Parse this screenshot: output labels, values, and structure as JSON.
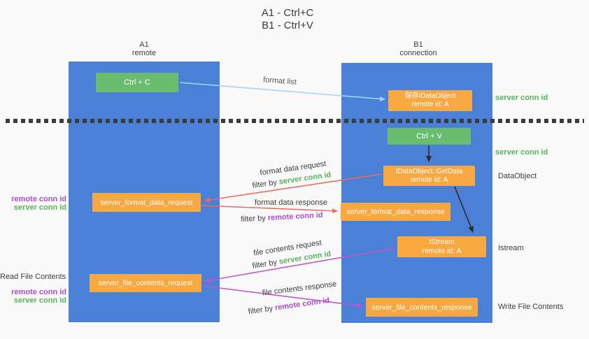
{
  "title": {
    "line1": "A1 - Ctrl+C",
    "line2": "B1 - Ctrl+V"
  },
  "lanes": {
    "a1": {
      "name": "A1",
      "subtitle": "remote"
    },
    "b1": {
      "name": "B1",
      "subtitle": "connection"
    }
  },
  "nodes": {
    "ctrl_c": {
      "label": "Ctrl + C"
    },
    "save_idataobject": {
      "line1": "保存IDataObject",
      "line2": "remote id: A"
    },
    "ctrl_v": {
      "label": "Ctrl + V"
    },
    "getdata": {
      "line1": "IDataObject::GetData",
      "line2": "remote id: A"
    },
    "format_request": {
      "label": "server_format_data_request"
    },
    "format_response": {
      "label": "server_format_data_response"
    },
    "istream": {
      "line1": "IStream",
      "line2": "remote id: A"
    },
    "file_request": {
      "label": "server_file_contents_request"
    },
    "file_response": {
      "label": "server_file_contents_response"
    }
  },
  "side_labels": {
    "server_conn_id_top": "server conn id",
    "server_conn_id_mid": "server conn id",
    "dataobject": "DataObject",
    "istream": "Istream",
    "write_file_contents": "Write File Contents",
    "left_pair1_remote": "remote conn id",
    "left_pair1_server": "server conn id",
    "read_file_contents": "Read File Contents",
    "left_pair2_remote": "remote conn id",
    "left_pair2_server": "server conn id"
  },
  "arrow_labels": {
    "format_list": "format list",
    "format_data_request": "format data request",
    "filter_by_1_prefix": "filter by ",
    "filter_by_1_id": "server conn id",
    "format_data_response": "format data response",
    "filter_by_2_prefix": "filter by ",
    "filter_by_2_id": "remote conn id",
    "file_contents_request": "file contents request",
    "filter_by_3_prefix": "filter by ",
    "filter_by_3_id": "server conn id",
    "file_contents_response": "file contents response",
    "filter_by_4_prefix": "filter by ",
    "filter_by_4_id": "remote conn id"
  },
  "colors": {
    "lane_blue": "#4a80d5",
    "node_green": "#6abd6e",
    "node_orange": "#f7a841",
    "arrow_light_blue": "#a5d5f5",
    "arrow_red": "#ed6c5d",
    "arrow_magenta": "#c457c4",
    "arrow_black": "#2b2b2b",
    "text_green": "#57b25c",
    "text_purple": "#a94ecb",
    "background": "#f9f9fa"
  }
}
